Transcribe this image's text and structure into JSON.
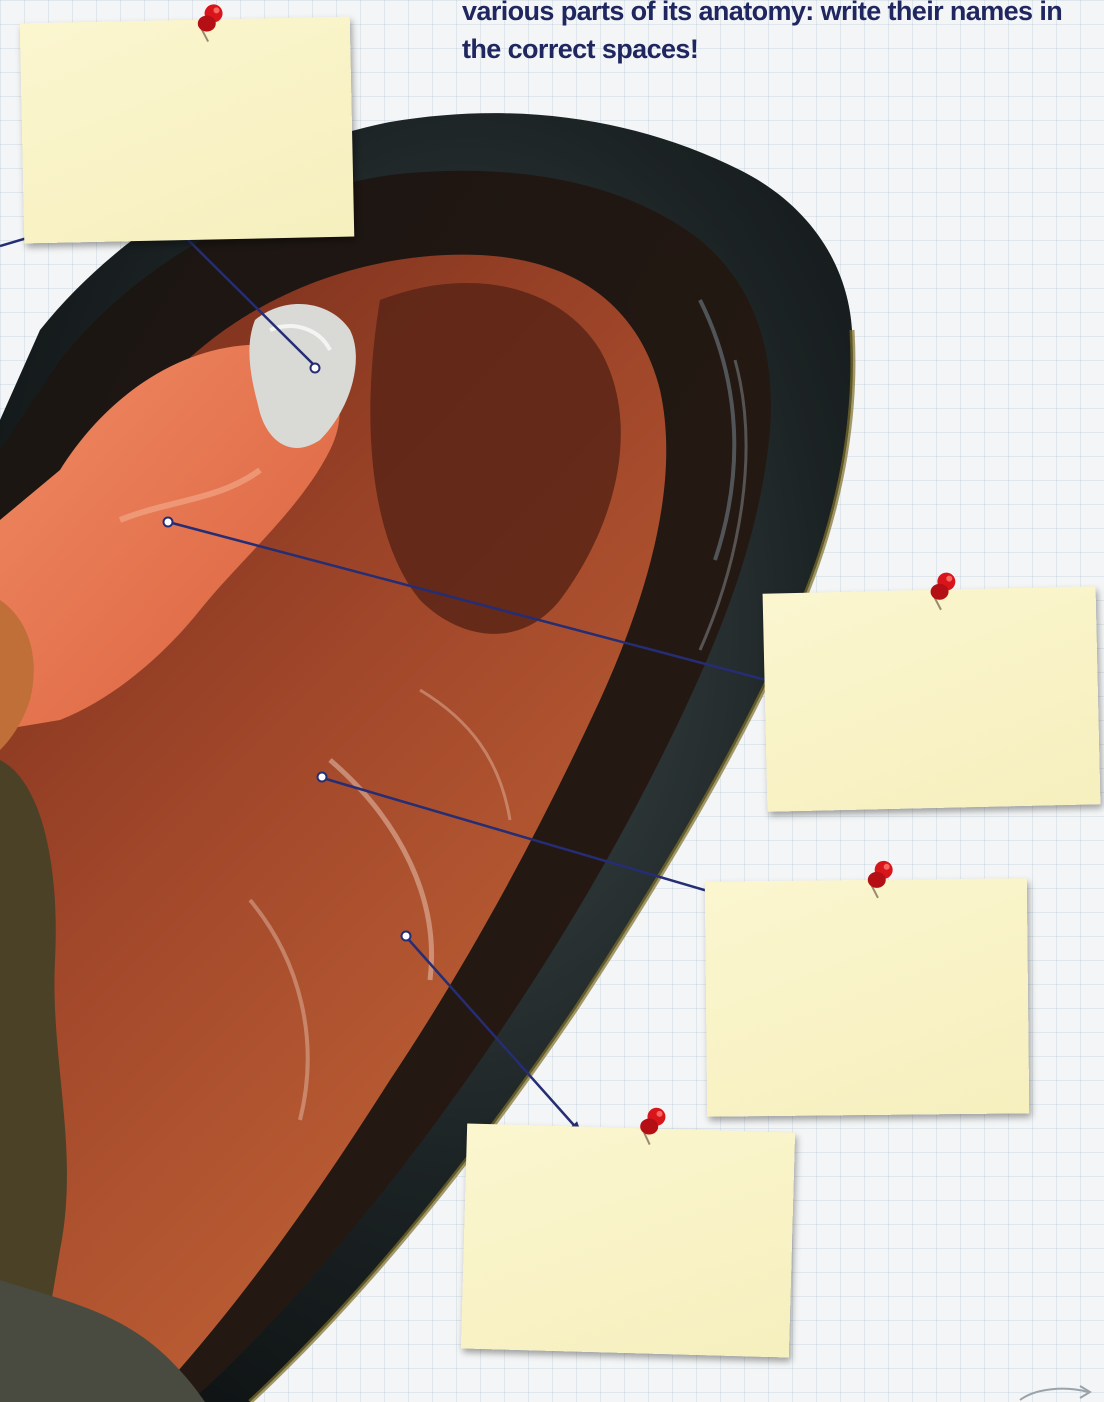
{
  "instructions": "various parts of its anatomy: write their names in the correct spaces!",
  "label_boxes": [
    {
      "id": "note-top-left",
      "text": ""
    },
    {
      "id": "note-right",
      "text": ""
    },
    {
      "id": "note-middle-right",
      "text": ""
    },
    {
      "id": "note-bottom",
      "text": ""
    }
  ],
  "colors": {
    "arrow": "#252d74",
    "heading": "#1f2660",
    "note": "#f8f2c4",
    "pin": "#d9151c"
  }
}
